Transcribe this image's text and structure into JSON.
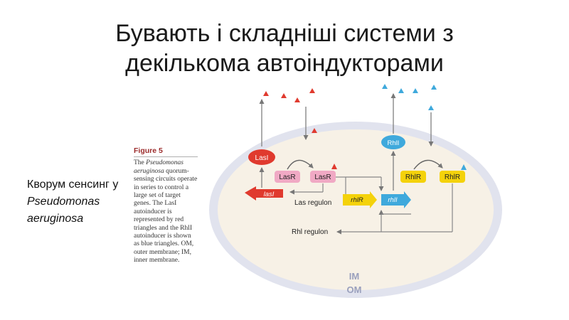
{
  "slide": {
    "title_line1": "Бувають і складніші системи з",
    "title_line2": "декількома автоіндукторами"
  },
  "caption": {
    "text": "Кворум сенсинг у",
    "species": "Pseudomonas aeruginosa"
  },
  "figure": {
    "title": "Figure 5",
    "body_pre": "The ",
    "body_italic": "Pseudomonas aeruginosa",
    "body_post": " quorum-sensing circuits operate in series to control a large set of target genes. The LasI autoinducer is represented by red triangles and the RhlI autoinducer is shown as blue triangles. OM, outer membrane; IM, inner membrane."
  },
  "diagram": {
    "labels": {
      "lasI_protein": "LasI",
      "lasR_free": "LasR",
      "lasR_bound": "LasR",
      "lasI_gene": "lasI",
      "las_regulon": "Las regulon",
      "rhlR_gene": "rhlR",
      "rhlI_gene": "rhlI",
      "rhlI_protein": "RhlI",
      "rhlR_free": "RhlR",
      "rhlR_bound": "RhlR",
      "rhl_regulon": "Rhl regulon",
      "im": "IM",
      "om": "OM"
    },
    "colors": {
      "red": "#e03a2e",
      "blue": "#3fa9dc",
      "pink": "#f0a9c4",
      "yellow": "#f4d20a",
      "cell": "#f7f1e6",
      "membrane": "#e1e3ee"
    }
  }
}
